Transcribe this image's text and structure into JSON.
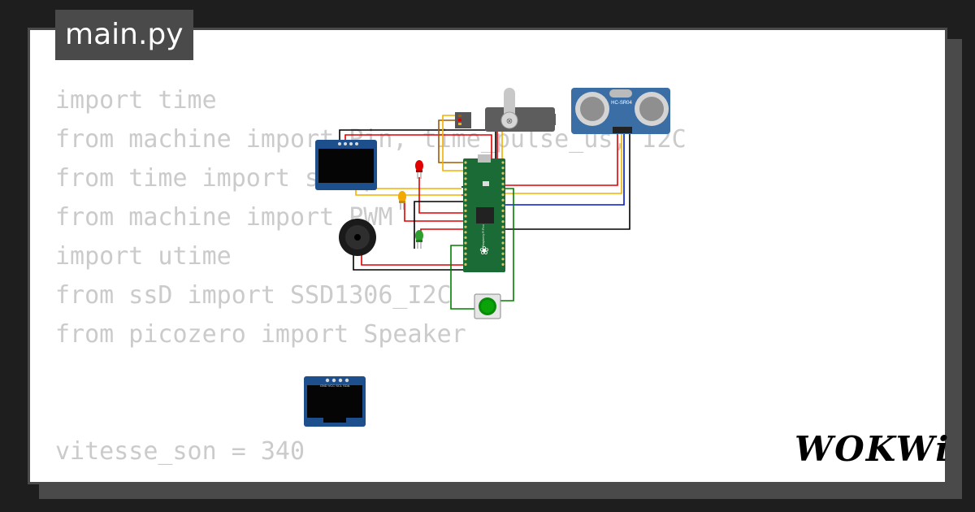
{
  "file_tab": {
    "label": "main.py"
  },
  "code": {
    "lines": [
      "import time",
      "from machine import Pin, time_pulse_us, I2C",
      "from time import sleep",
      "from machine import PWM",
      "import utime",
      "from ssD import SSD1306_I2C",
      "from picozero import Speaker",
      "vitesse_son = 340"
    ]
  },
  "components": {
    "ultrasonic_label": "HC-SR04",
    "oled_pins_label": "GND VCC SCL SDA",
    "pico_label": "Raspberry Pi Pico"
  },
  "brand": {
    "logo_text": "WOKWi"
  },
  "colors": {
    "background": "#1e1e1e",
    "frame": "#4a4a4a",
    "code_text": "#cbcbcb",
    "pico_green": "#1a6b35",
    "oled_blue": "#1d4f8c",
    "sensor_blue": "#3b6ea5"
  }
}
